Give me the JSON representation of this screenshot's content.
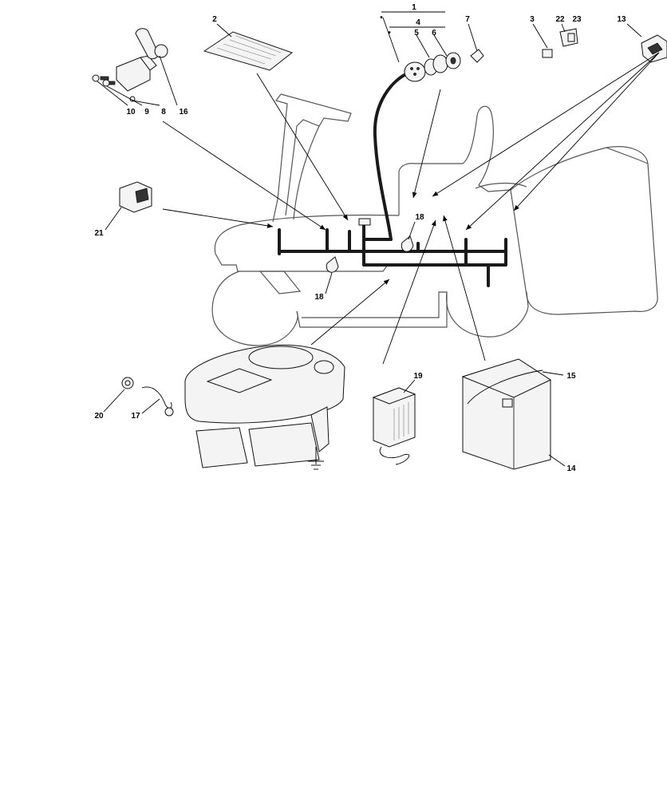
{
  "callouts": {
    "p1": "1",
    "p2": "2",
    "p3": "3",
    "p4": "4",
    "p5": "5",
    "p6": "6",
    "p7": "7",
    "p8": "8",
    "p9": "9",
    "p10": "10",
    "p13": "13",
    "p14": "14",
    "p15": "15",
    "p16": "16",
    "p17": "17",
    "p18a": "18",
    "p18b": "18",
    "p19": "19",
    "p20": "20",
    "p21": "21",
    "p22": "22",
    "p23": "23"
  }
}
